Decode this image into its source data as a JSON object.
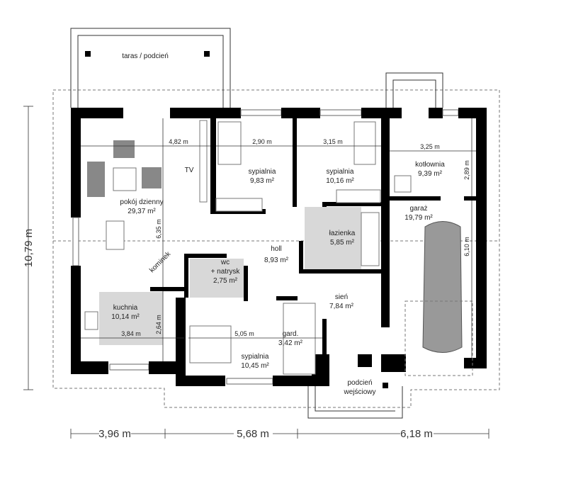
{
  "plan": {
    "terrace": "taras / podcień",
    "tv": "TV",
    "fireplace": "kominek",
    "rooms": [
      {
        "id": "living",
        "name": "pokój dzienny",
        "area": "29,37 m²"
      },
      {
        "id": "bedroom1",
        "name": "sypialnia",
        "area": "9,83 m²"
      },
      {
        "id": "bedroom2",
        "name": "sypialnia",
        "area": "10,16 m²"
      },
      {
        "id": "boiler",
        "name": "kotłownia",
        "area": "9,39 m²"
      },
      {
        "id": "garage",
        "name": "garaż",
        "area": "19,79 m²"
      },
      {
        "id": "bathroom",
        "name": "łazienka",
        "area": "5,85 m²"
      },
      {
        "id": "hall",
        "name": "holl",
        "area": "8,93 m²"
      },
      {
        "id": "wc",
        "name": "wc",
        "name2": "+ natrysk",
        "area": "2,75 m²"
      },
      {
        "id": "vestibule",
        "name": "sień",
        "area": "7,84 m²"
      },
      {
        "id": "kitchen",
        "name": "kuchnia",
        "area": "10,14 m²"
      },
      {
        "id": "wardrobe",
        "name": "gard.",
        "area": "3,42 m²"
      },
      {
        "id": "bedroom3",
        "name": "sypialnia",
        "area": "10,45 m²"
      },
      {
        "id": "porch",
        "name": "podcień",
        "name2": "wejściowy"
      }
    ],
    "dimensions": {
      "living_width": "4,82 m",
      "bed1_width": "2,90 m",
      "bed2_width": "3,15 m",
      "boiler_width": "3,25 m",
      "boiler_depth": "2,89 m",
      "living_depth": "6,35 m",
      "garage_depth": "6,10 m",
      "kitchen_depth": "2,64 m",
      "kitchen_width": "3,84 m",
      "bed3_width": "5,05 m"
    },
    "overall": {
      "height": "10,79 m",
      "widths": [
        "3,96 m",
        "5,68 m",
        "6,18 m"
      ]
    }
  }
}
